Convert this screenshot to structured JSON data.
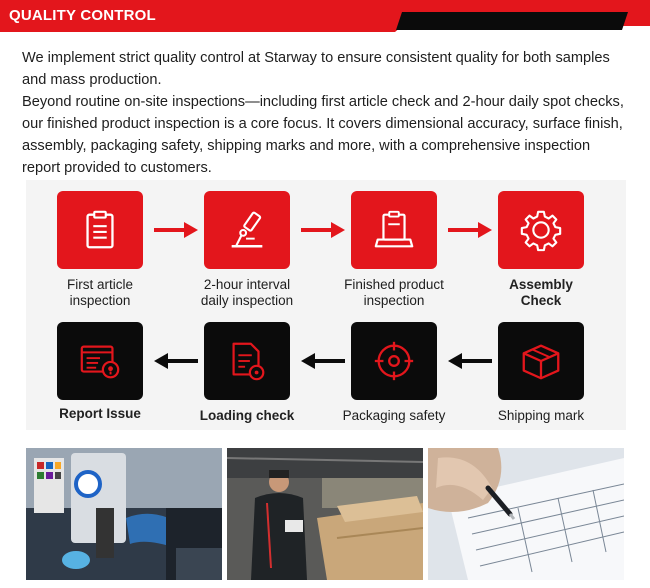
{
  "header": {
    "title": "QUALITY CONTROL",
    "colors": {
      "red": "#e3161c",
      "dark": "#111111"
    }
  },
  "intro": {
    "paragraph1": "We implement strict quality control at Starway to ensure consistent quality for both samples and mass production.",
    "paragraph2": "Beyond routine on-site inspections—including first article check and 2-hour daily spot checks, our finished product inspection is a core focus. It covers dimensional accuracy, surface finish, assembly, packaging safety, shipping marks and more, with a comprehensive inspection report provided to customers."
  },
  "flow": {
    "row1": [
      {
        "label": "First article\ninspection",
        "icon": "clipboard-icon"
      },
      {
        "label": "2-hour interval\ndaily inspection",
        "icon": "microscope-icon"
      },
      {
        "label": "Finished product\ninspection",
        "icon": "laptop-icon"
      },
      {
        "label": "Assembly\nCheck",
        "icon": "gear-icon"
      }
    ],
    "row2": [
      {
        "label": "Report Issue",
        "icon": "report-icon"
      },
      {
        "label": "Loading check",
        "icon": "document-check-icon"
      },
      {
        "label": "Packaging safety",
        "icon": "target-icon"
      },
      {
        "label": "Shipping mark",
        "icon": "box-icon"
      }
    ]
  },
  "photos": [
    {
      "name": "measuring-machine-photo"
    },
    {
      "name": "warehouse-inspector-photo"
    },
    {
      "name": "inspection-form-photo"
    }
  ]
}
